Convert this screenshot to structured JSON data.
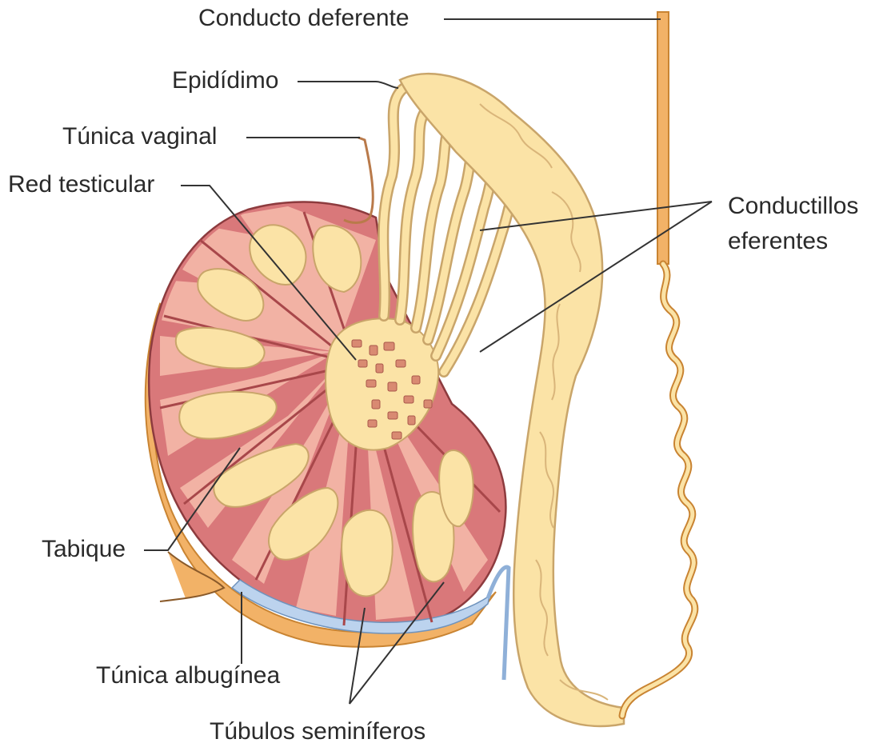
{
  "labels": {
    "conducto_deferente": "Conducto deferente",
    "epididimo": "Epidídimo",
    "tunica_vaginal": "Túnica vaginal",
    "red_testicular": "Red testicular",
    "conductillos_line1": "Conductillos",
    "conductillos_line2": "eferentes",
    "tabique": "Tabique",
    "tunica_albuginea": "Túnica albugínea",
    "tubulos_seminiferos": "Túbulos seminíferos"
  },
  "colors": {
    "tubule_fill": "#fbe3a6",
    "tubule_stroke": "#c9a56a",
    "testis_red": "#d9787a",
    "testis_red_dark": "#a8474a",
    "lobule_pink": "#f2b2a4",
    "albuginea_blue": "#bcd3ee",
    "vaginal_orange": "#f2b267",
    "leader_line": "#333333"
  }
}
